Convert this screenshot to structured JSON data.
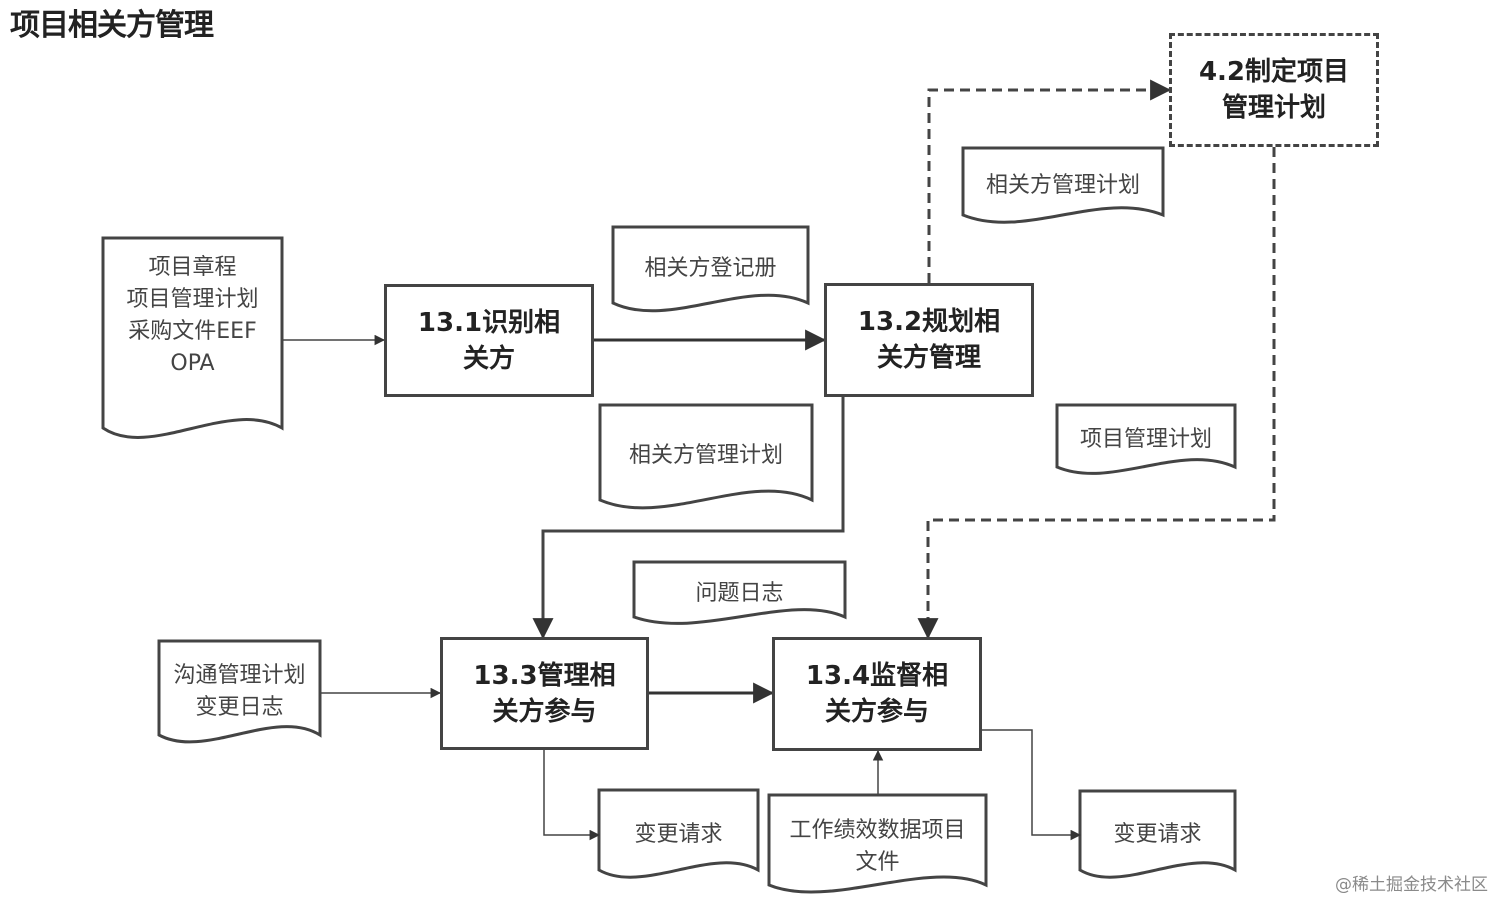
{
  "title": "项目相关方管理",
  "processes": {
    "p13_1": {
      "line1": "13.1识别相",
      "line2": "关方"
    },
    "p13_2": {
      "line1": "13.2规划相",
      "line2": "关方管理"
    },
    "p13_3": {
      "line1": "13.3管理相",
      "line2": "关方参与"
    },
    "p13_4": {
      "line1": "13.4监督相",
      "line2": "关方参与"
    },
    "p4_2": {
      "line1": "4.2制定项目",
      "line2": "管理计划"
    }
  },
  "documents": {
    "inputs_13_1": {
      "lines": [
        "项目章程",
        "项目管理计划",
        "采购文件EEF",
        "OPA"
      ]
    },
    "register": {
      "lines": [
        "相关方登记册"
      ]
    },
    "plan_top": {
      "lines": [
        "相关方管理计划"
      ]
    },
    "plan_mid": {
      "lines": [
        "相关方管理计划"
      ]
    },
    "proj_plan": {
      "lines": [
        "项目管理计划"
      ]
    },
    "issue_log": {
      "lines": [
        "问题日志"
      ]
    },
    "inputs_13_3": {
      "lines": [
        "沟通管理计划",
        "变更日志"
      ]
    },
    "cr_13_3": {
      "lines": [
        "变更请求"
      ]
    },
    "perf_data": {
      "lines": [
        "工作绩效数据项目",
        "文件"
      ]
    },
    "cr_13_4": {
      "lines": [
        "变更请求"
      ]
    }
  },
  "watermark": "@稀土掘金技术社区",
  "colors": {
    "stroke": "#444444",
    "text": "#333333",
    "background": "#ffffff"
  }
}
